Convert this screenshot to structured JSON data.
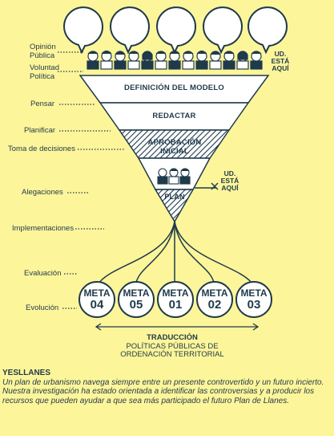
{
  "left_labels": {
    "opinion": "Opinión Pública",
    "voluntad": "Voluntad Política",
    "pensar": "Pensar",
    "planificar": "Planificar",
    "toma": "Toma de decisiones",
    "alegaciones": "Alegaciones",
    "implementaciones": "Implementaciones",
    "evaluacion": "Evaluación",
    "evolucion": "Evolución"
  },
  "funnel": {
    "band1": "DEFINICIÓN DEL MODELO",
    "band2": "REDACTAR",
    "band3": "APROBACIÓN INICIAL",
    "band4": "PLAN"
  },
  "you_are_here_top": "UD. ESTÁ AQUÍ",
  "you_are_here_mid": "UD. ESTÁ AQUÍ",
  "metas": [
    {
      "label": "META",
      "num": "04"
    },
    {
      "label": "META",
      "num": "05"
    },
    {
      "label": "META",
      "num": "01"
    },
    {
      "label": "META",
      "num": "02"
    },
    {
      "label": "META",
      "num": "03"
    }
  ],
  "traduccion": {
    "title": "TRADUCCIÓN",
    "line1": "POLÍTICAS PÚBLICAS DE",
    "line2": "ORDENACIÓN TERRITORIAL"
  },
  "caption": {
    "title": "YESLLANES",
    "body": "Un plan de urbanismo navega siempre entre un presente controvertido y un futuro incierto. Nuestra investigación ha estado orientada a identificar las controversias y a producir los recursos que pueden ayudar a que sea más participado el futuro Plan de Llanes."
  },
  "colors": {
    "background": "#fdf59a",
    "ink": "#1f3a4a",
    "white": "#ffffff"
  }
}
